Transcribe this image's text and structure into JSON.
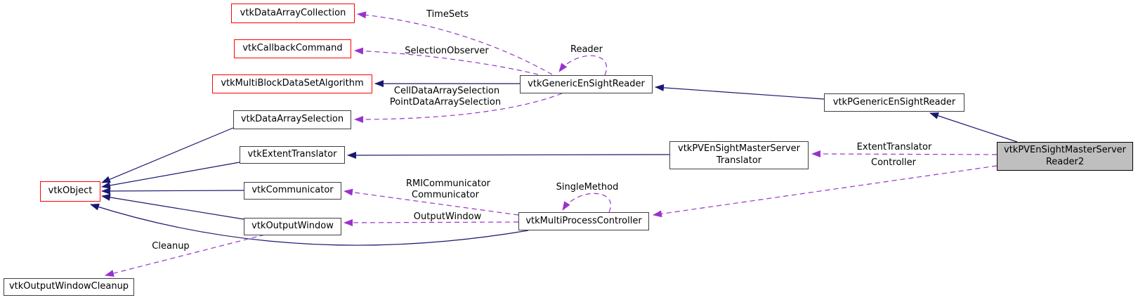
{
  "diagram": {
    "kind": "collaboration-graph",
    "colors": {
      "inheritance_edge": "#191970",
      "usage_edge": "#9932cc",
      "truncated_node_border": "#ff0000",
      "node_border": "#404040",
      "focus_node_fill": "#bfbfbf",
      "node_fill": "#ffffff"
    },
    "nodes": {
      "data_array_collection": {
        "label": "vtkDataArrayCollection"
      },
      "callback_command": {
        "label": "vtkCallbackCommand"
      },
      "multi_block_data_set_algorithm": {
        "label": "vtkMultiBlockDataSetAlgorithm"
      },
      "data_array_selection": {
        "label": "vtkDataArraySelection"
      },
      "extent_translator": {
        "label": "vtkExtentTranslator"
      },
      "object": {
        "label": "vtkObject"
      },
      "communicator": {
        "label": "vtkCommunicator"
      },
      "output_window": {
        "label": "vtkOutputWindow"
      },
      "output_window_cleanup": {
        "label": "vtkOutputWindowCleanup"
      },
      "generic_ensight_reader": {
        "label": "vtkGenericEnSightReader"
      },
      "p_generic_ensight_reader": {
        "label": "vtkPGenericEnSightReader"
      },
      "pv_ensight_master_server_translator": {
        "line1": "vtkPVEnSightMasterServer",
        "line2": "Translator"
      },
      "multi_process_controller": {
        "label": "vtkMultiProcessController"
      },
      "pv_ensight_master_server_reader2": {
        "line1": "vtkPVEnSightMasterServer",
        "line2": "Reader2"
      }
    },
    "edge_labels": {
      "time_sets": "TimeSets",
      "selection_observer": "SelectionObserver",
      "reader": "Reader",
      "cell_data_array_selection": "CellDataArraySelection",
      "point_data_array_selection": "PointDataArraySelection",
      "extent_translator": "ExtentTranslator",
      "controller": "Controller",
      "rmi_communicator": "RMICommunicator",
      "communicator": "Communicator",
      "single_method": "SingleMethod",
      "output_window": "OutputWindow",
      "cleanup": "Cleanup"
    }
  }
}
